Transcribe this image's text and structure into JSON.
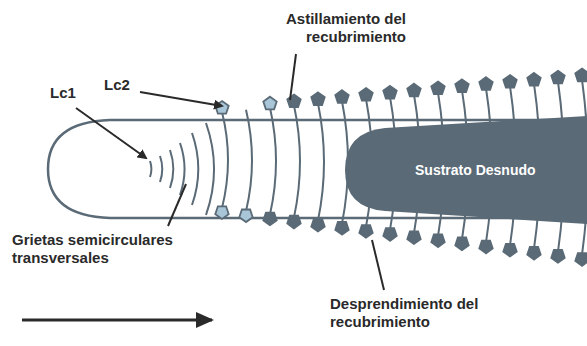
{
  "diagram": {
    "nodes": [
      {
        "text": [
          "Sustrato Desnudo"
        ]
      }
    ],
    "labels": [
      "Astillamiento del recubrimiento",
      "Lc1",
      "Lc2",
      "Grietas semicirculares transversales",
      "Desprendimiento del recubrimiento"
    ]
  }
}
